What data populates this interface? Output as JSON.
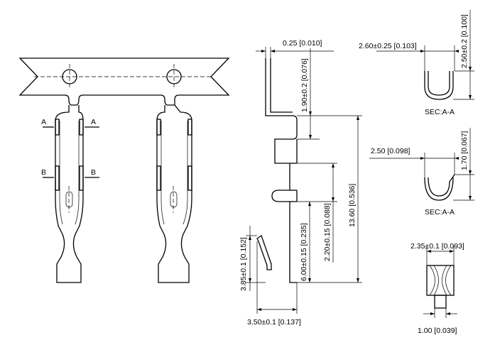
{
  "dimensions": {
    "thickness": "0.25 [0.010]",
    "tab_height": "1.90±0.2 [0.076]",
    "overall_length": "13.60 [0.536]",
    "slot_offset": "2.20±0.15 [0.088]",
    "lower_length": "6.00±0.15 [0.235]",
    "spring_height": "3.85±0.1 [0.152]",
    "spring_width": "3.50±0.1 [0.137]",
    "sec1_width": "2.60±0.25 [0.103]",
    "sec1_height": "2.50±0.2 [0.100]",
    "sec2_width": "2.50 [0.098]",
    "sec2_height": "1.70 [0.067]",
    "end_width": "2.35±0.1 [0.093]",
    "pin_width": "1.00 [0.039]"
  },
  "labels": {
    "section_a": "A",
    "section_b": "B",
    "section_1_title": "SEC:A-A",
    "section_2_title": "SEC:A-A"
  }
}
